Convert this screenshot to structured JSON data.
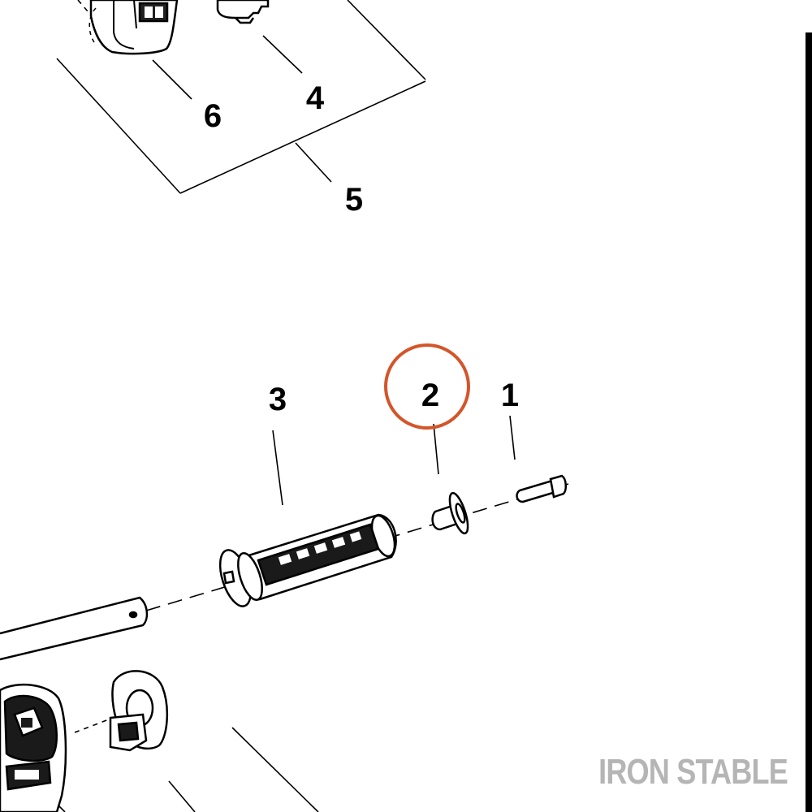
{
  "callouts": {
    "c1": "1",
    "c2": "2",
    "c3": "3",
    "c4": "4",
    "c5": "5",
    "c6": "6"
  },
  "highlight": {
    "target": "2",
    "color": "#d4552a"
  },
  "watermark": {
    "text": "IRON STABLE",
    "color": "#b5b5b5"
  },
  "line_color": "#000000"
}
